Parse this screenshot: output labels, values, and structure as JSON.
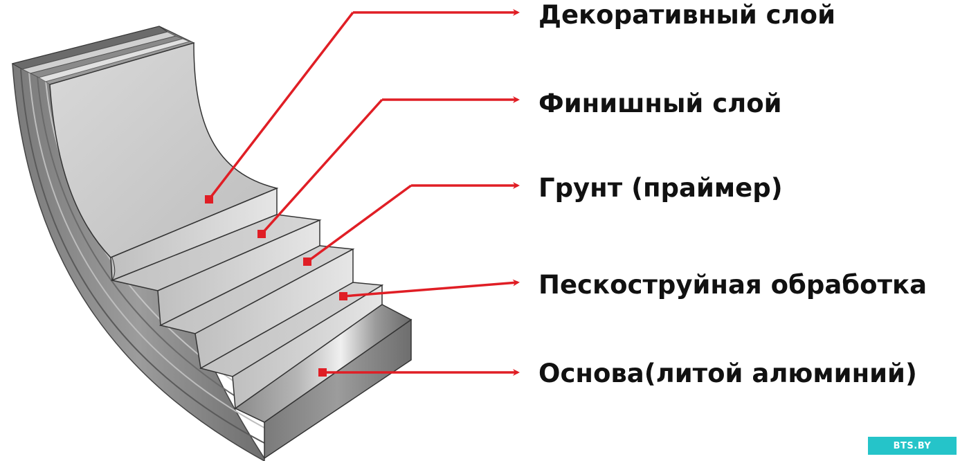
{
  "diagram": {
    "layers": [
      {
        "id": "decorative",
        "label": "Декоративный слой"
      },
      {
        "id": "finish",
        "label": "Финишный слой"
      },
      {
        "id": "primer",
        "label": "Грунт (праймер)"
      },
      {
        "id": "sandblast",
        "label": "Пескоструйная обработка"
      },
      {
        "id": "base",
        "label": "Основа(литой алюминий)"
      }
    ],
    "arrow_color": "#e01e25"
  },
  "watermark": {
    "text": "BTS.BY"
  }
}
